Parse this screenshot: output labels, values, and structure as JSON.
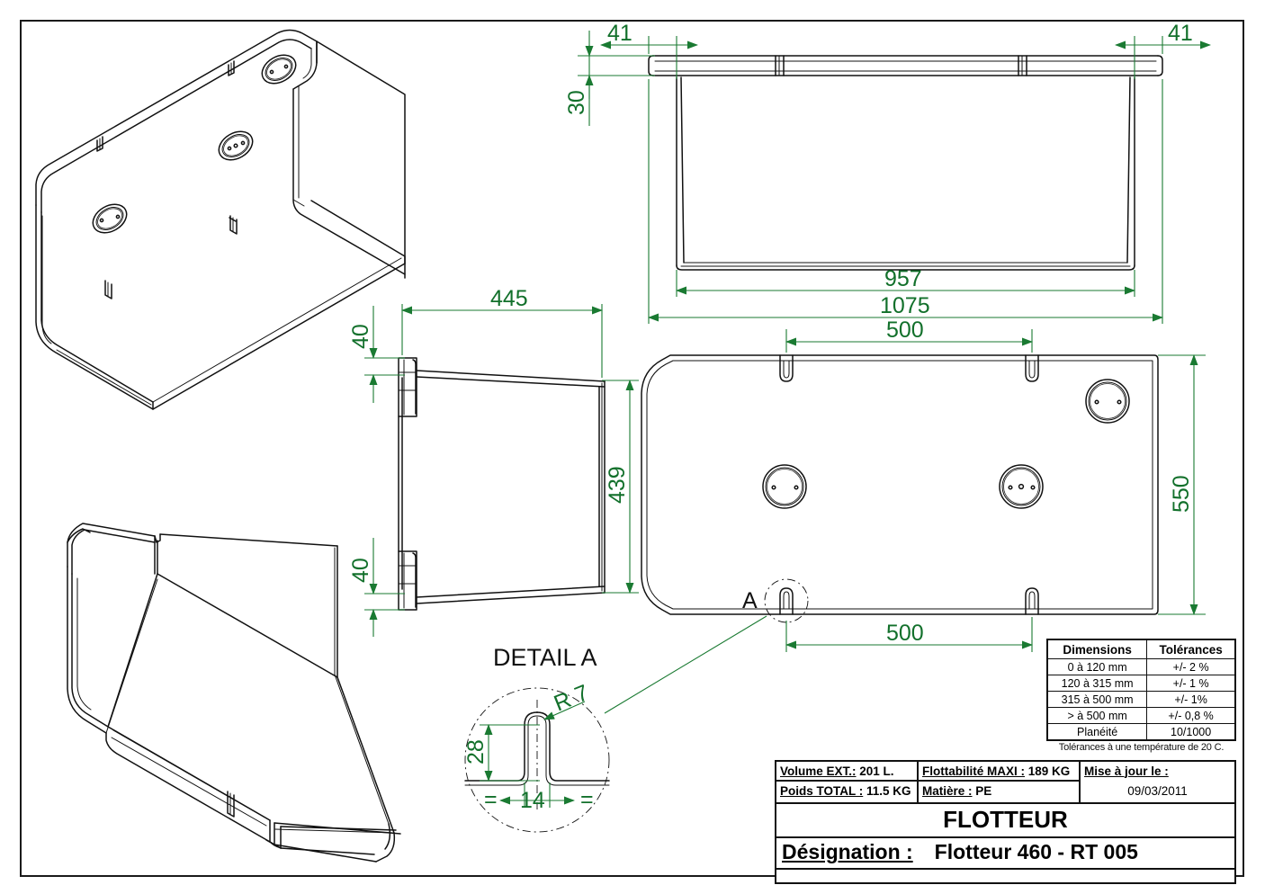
{
  "drawing": {
    "title": "FLOTTEUR",
    "designation_label": "Désignation :",
    "designation_value": "Flotteur 460 - RT 005",
    "detail_label": "DETAIL A",
    "detail_marker": "A"
  },
  "title_block": {
    "volume_label": "Volume EXT.:",
    "volume_value": "201 L.",
    "poids_label": "Poids TOTAL :",
    "poids_value": "11.5 KG",
    "flottabilite_label": "Flottabilité MAXI :",
    "flottabilite_value": "189  KG",
    "matiere_label": "Matière :",
    "matiere_value": "PE",
    "maj_label": "Mise à jour le :",
    "maj_value": "09/03/2011"
  },
  "tolerance_table": {
    "headers": [
      "Dimensions",
      "Tolérances"
    ],
    "rows": [
      [
        "0 à 120 mm",
        "+/- 2 %"
      ],
      [
        "120 à 315 mm",
        "+/- 1 %"
      ],
      [
        "315 à 500 mm",
        "+/- 1%"
      ],
      [
        "> à 500 mm",
        "+/- 0,8 %"
      ],
      [
        "Planéité",
        "10/1000"
      ]
    ],
    "note": "Tolérances à une température de 20 C."
  },
  "dimensions": {
    "top_left_41": "41",
    "top_right_41": "41",
    "height_30": "30",
    "width_957": "957",
    "width_1075": "1075",
    "pitch_500_top": "500",
    "pitch_500_bottom": "500",
    "height_550": "550",
    "side_445": "445",
    "side_439": "439",
    "side_40_top": "40",
    "side_40_bottom": "40",
    "detail_r7": "R 7",
    "detail_28": "28",
    "detail_14": "14",
    "detail_eq_left": "=",
    "detail_eq_right": "="
  },
  "colors": {
    "dimension_green": "#1a7a32",
    "line_black": "#111111",
    "background": "#ffffff"
  }
}
